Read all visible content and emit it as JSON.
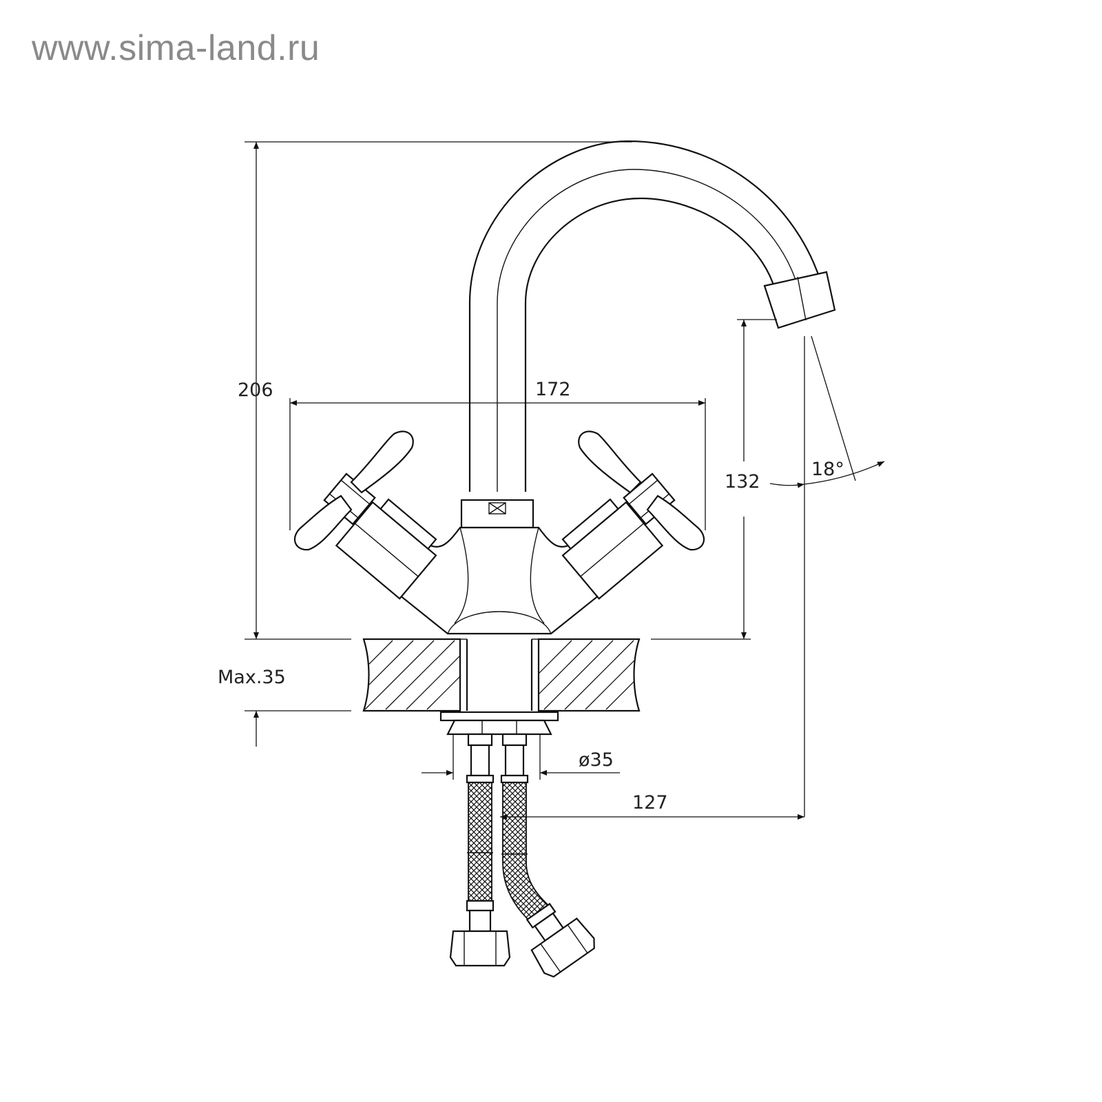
{
  "watermark": "www.sima-land.ru",
  "dimensions": {
    "total_height": "206",
    "handle_span": "172",
    "spout_height": "132",
    "spout_angle": "18°",
    "max_mount_thickness": "Max.35",
    "mount_hole_diameter": "ø35",
    "spout_reach": "127"
  }
}
